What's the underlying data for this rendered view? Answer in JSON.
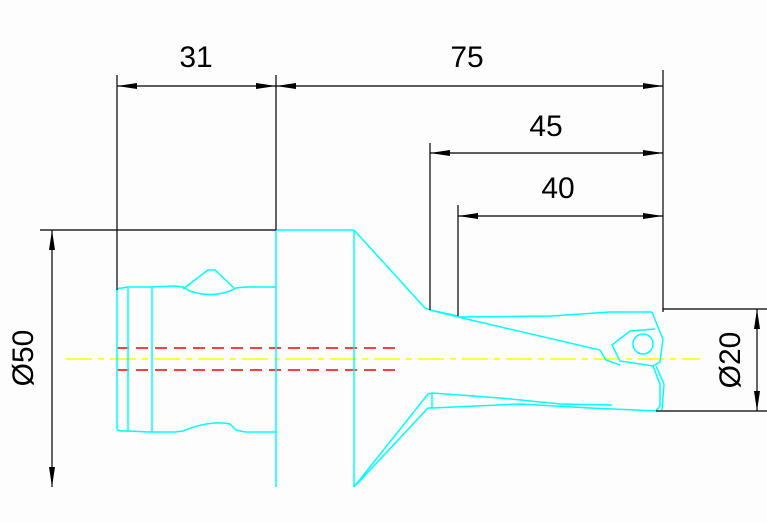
{
  "drawing": {
    "type": "technical drawing - indexable insert drill (U-drill)",
    "colors": {
      "background": "#fdfdfd",
      "outline": "#00ffff",
      "centerline": "#ffff00",
      "hidden_line": "#ff0000",
      "dimension": "#000000"
    },
    "dimensions": {
      "shank_length": "31",
      "overall_length": "75",
      "flute_length_outer": "45",
      "flute_length_inner": "40",
      "flange_diameter": "Ø50",
      "drill_diameter": "Ø20"
    }
  }
}
